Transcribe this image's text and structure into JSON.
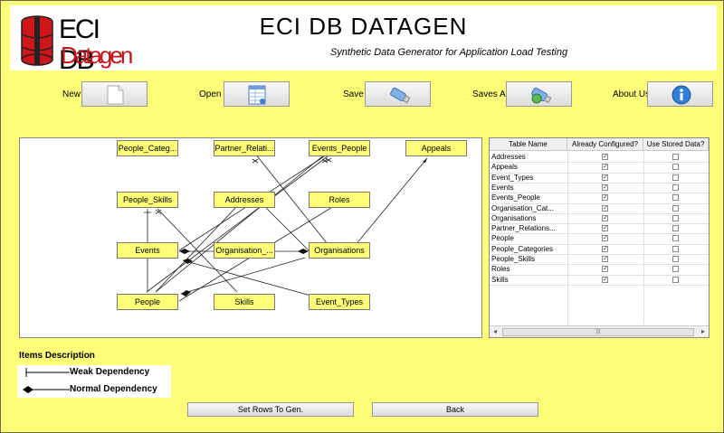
{
  "header": {
    "logo_line1": "ECI DB",
    "logo_line2": "Datagen",
    "title": "ECI DB DATAGEN",
    "subtitle": "Synthetic Data Generator for Application Load Testing"
  },
  "toolbar": {
    "new_label": "New",
    "open_label": "Open",
    "save_label": "Save",
    "save_as_label": "Saves As",
    "about_label": "About Us",
    "icons": [
      "document-icon",
      "spreadsheet-icon",
      "usb-drive-icon",
      "usb-drive-save-as-icon",
      "info-icon"
    ]
  },
  "diagram": {
    "entities": [
      "People_Categ...",
      "Partner_Relati...",
      "Events_People",
      "Appeals",
      "People_Skills",
      "Addresses",
      "Roles",
      "Events",
      "Organisation_...",
      "Organisations",
      "People",
      "Skills",
      "Event_Types"
    ]
  },
  "table": {
    "headers": [
      "Table Name",
      "Already Configured?",
      "Use Stored Data?"
    ],
    "rows": [
      {
        "name": "Addresses",
        "configured": true,
        "stored": false
      },
      {
        "name": "Appeals",
        "configured": true,
        "stored": false
      },
      {
        "name": "Event_Types",
        "configured": true,
        "stored": false
      },
      {
        "name": "Events",
        "configured": true,
        "stored": false
      },
      {
        "name": "Events_People",
        "configured": true,
        "stored": false
      },
      {
        "name": "Organisation_Cat...",
        "configured": true,
        "stored": false
      },
      {
        "name": "Organisations",
        "configured": true,
        "stored": false
      },
      {
        "name": "Partner_Relations...",
        "configured": true,
        "stored": false
      },
      {
        "name": "People",
        "configured": true,
        "stored": false
      },
      {
        "name": "People_Categories",
        "configured": true,
        "stored": false
      },
      {
        "name": "People_Skills",
        "configured": true,
        "stored": false
      },
      {
        "name": "Roles",
        "configured": true,
        "stored": false
      },
      {
        "name": "Skills",
        "configured": true,
        "stored": false
      }
    ],
    "checkmark": "✓"
  },
  "legend": {
    "title": "Items Description",
    "weak": "Weak Dependency",
    "normal": "Normal Dependency"
  },
  "buttons": {
    "set_rows": "Set Rows To Gen.",
    "back": "Back"
  }
}
